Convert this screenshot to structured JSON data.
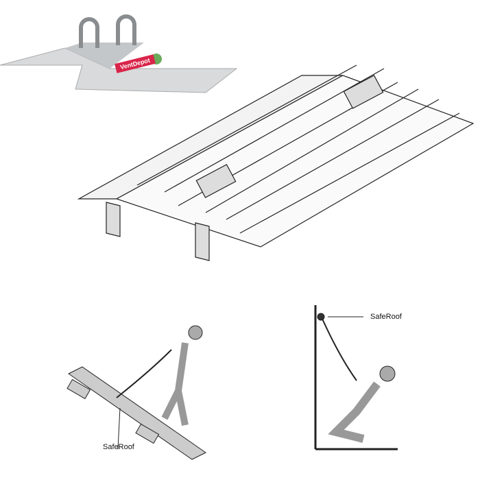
{
  "product": {
    "brand": "VentDepot"
  },
  "figures": {
    "left_label": "SafeRoof",
    "right_label": "SafeRoof"
  }
}
